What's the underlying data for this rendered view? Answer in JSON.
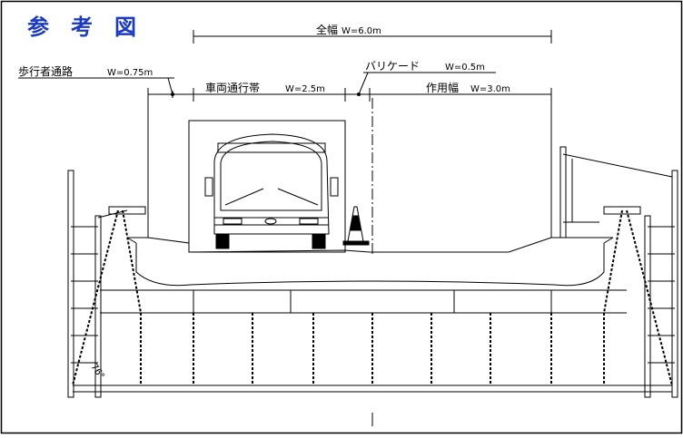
{
  "title": "参　考　図",
  "dimensions": {
    "total_width": {
      "label": "全幅",
      "value": "W=6.0m"
    },
    "sidewalk": {
      "label": "歩行者通路",
      "value": "W=0.75m"
    },
    "barricade": {
      "label": "バリケード",
      "value": "W=0.5m"
    },
    "vehicle_lane": {
      "label": "車両通行帯",
      "value": "W=2.5m"
    },
    "work_area": {
      "label": "作用幅",
      "value": "W=3.0m"
    }
  },
  "angle_label": "76°",
  "colors": {
    "title": "#1a39c7",
    "line": "#000000",
    "background": "#ffffff"
  },
  "icons": [
    "bus-icon",
    "traffic-cone-icon",
    "scaffold-icon"
  ]
}
